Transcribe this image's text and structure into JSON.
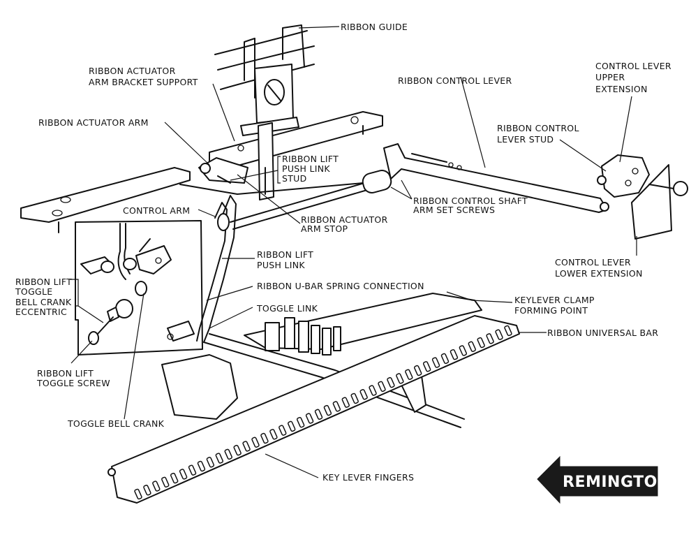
{
  "title": "Remington ribbon lift mechanism diagram",
  "brand": "REMINGTON",
  "colors": {
    "ink": "#111111",
    "paper": "#ffffff",
    "brand_bg": "#1a1a1a"
  },
  "labels": {
    "ribbon_guide": [
      "RIBBON GUIDE"
    ],
    "actuator_bracket": [
      "RIBBON ACTUATOR",
      "ARM BRACKET SUPPORT"
    ],
    "actuator_arm": [
      "RIBBON ACTUATOR ARM"
    ],
    "lift_push_link_stud": [
      "RIBBON LIFT",
      "PUSH LINK",
      "STUD"
    ],
    "control_lever": [
      "RIBBON CONTROL LEVER"
    ],
    "control_lever_upper": [
      "CONTROL LEVER",
      "UPPER",
      "EXTENSION"
    ],
    "control_lever_stud": [
      "RIBBON CONTROL",
      "LEVER STUD"
    ],
    "control_shaft_screws": [
      "RIBBON CONTROL SHAFT",
      "ARM SET SCREWS"
    ],
    "control_arm": [
      "CONTROL ARM"
    ],
    "actuator_arm_stop": [
      "RIBBON ACTUATOR",
      "ARM STOP"
    ],
    "lift_push_link": [
      "RIBBON LIFT",
      "PUSH LINK"
    ],
    "u_bar_spring": [
      "RIBBON U-BAR SPRING CONNECTION"
    ],
    "toggle_link": [
      "TOGGLE LINK"
    ],
    "toggle_eccentric": [
      "RIBBON LIFT",
      "TOGGLE",
      "BELL CRANK",
      "ECCENTRIC"
    ],
    "toggle_screw": [
      "RIBBON LIFT",
      "TOGGLE SCREW"
    ],
    "toggle_bell_crank": [
      "TOGGLE BELL CRANK"
    ],
    "control_lever_lower": [
      "CONTROL LEVER",
      "LOWER EXTENSION"
    ],
    "keylever_clamp": [
      "KEYLEVER CLAMP",
      "FORMING POINT"
    ],
    "universal_bar": [
      "RIBBON UNIVERSAL BAR"
    ],
    "key_lever_fingers": [
      "KEY LEVER FINGERS"
    ]
  }
}
